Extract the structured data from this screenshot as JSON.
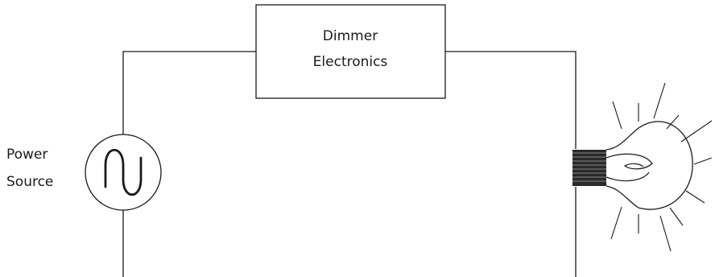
{
  "dimmer_box": {
    "line1": "Dimmer",
    "line2": "Electronics"
  },
  "power_source": {
    "line1": "Power",
    "line2": "Source"
  },
  "icons": {
    "source_symbol": "ac-sine-wave-icon",
    "lamp": "light-bulb-icon"
  },
  "colors": {
    "line": "#1a1a1a",
    "background": "#ffffff"
  }
}
